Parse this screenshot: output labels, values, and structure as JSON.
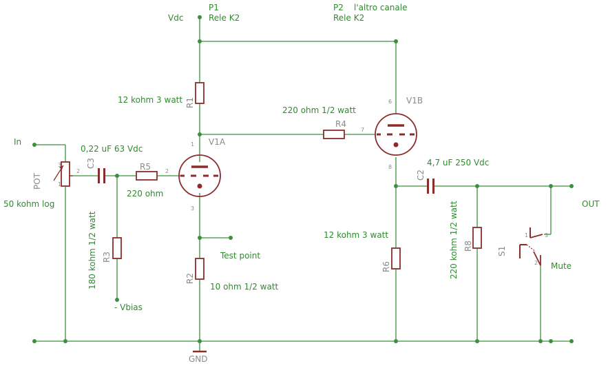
{
  "labels": {
    "vdc": "Vdc",
    "p1": "P1",
    "p1_rele": "Rele K2",
    "p2": "P2",
    "p2_channel": "l'altro canale",
    "p2_rele": "Rele K2",
    "in": "In",
    "pot_name": "POT",
    "pot_value": "50 kohm log",
    "c3_name": "C3",
    "c3_value": "0,22 uF 63 Vdc",
    "r5_name": "R5",
    "r5_value": "220 ohm",
    "r1_name": "R1",
    "r1_value": "12 kohm 3 watt",
    "v1a": "V1A",
    "r4_name": "R4",
    "r4_value": "220 ohm 1/2 watt",
    "v1b": "V1B",
    "c2_name": "C2",
    "c2_value": "4,7 uF 250 Vdc",
    "r3_name": "R3",
    "r3_value": "180 kohm 1/2 watt",
    "vbias": "- Vbias",
    "test_point": "Test point",
    "r2_name": "R2",
    "r2_value": "10 ohm 1/2 watt",
    "r6_name": "R6",
    "r6_value": "12 kohm 3 watt",
    "r8_name": "R8",
    "r8_value": "220 kohm 1/2 watt",
    "s1_name": "S1",
    "mute": "Mute",
    "out": "OUT",
    "gnd": "GND"
  },
  "pins": {
    "pot_1": "1",
    "pot_2": "2",
    "pot_3": "3",
    "v1a_1": "1",
    "v1a_2": "2",
    "v1a_3": "3",
    "v1b_6": "6",
    "v1b_7": "7",
    "v1b_8": "8",
    "s1_1": "1",
    "s1_2": "2",
    "s1_3": "3"
  },
  "colors": {
    "wire": "#3c8f3c",
    "component": "#8b2b2b",
    "label": "#2e8b2e",
    "designator": "#8a8a8a"
  }
}
